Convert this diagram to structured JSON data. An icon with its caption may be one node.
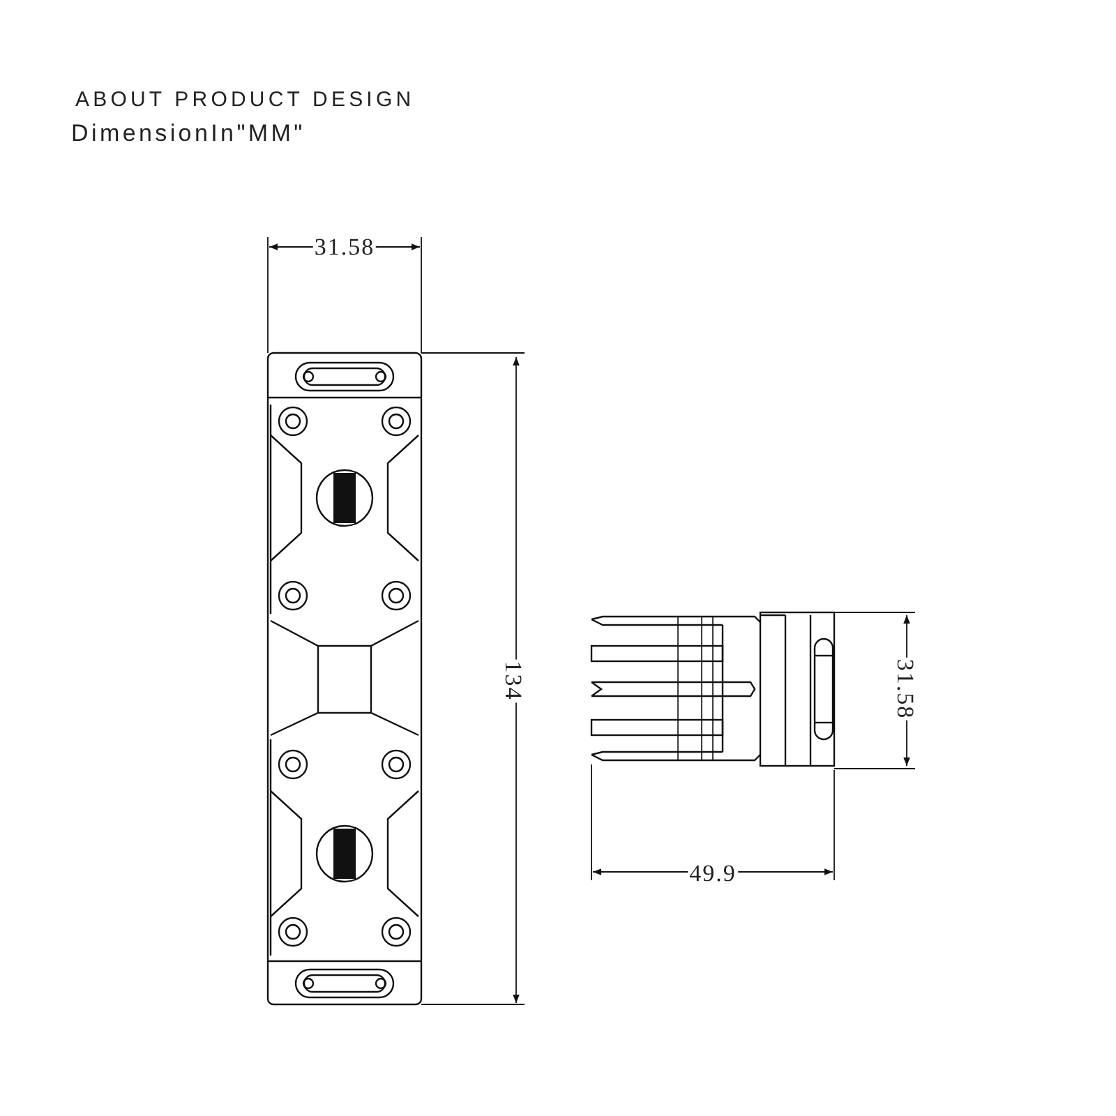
{
  "diagram": {
    "title": "ABOUT PRODUCT DESIGN",
    "labels": [
      "DimensionIn\"MM\"",
      "31.58",
      "134",
      "31.58",
      "49.9"
    ]
  }
}
